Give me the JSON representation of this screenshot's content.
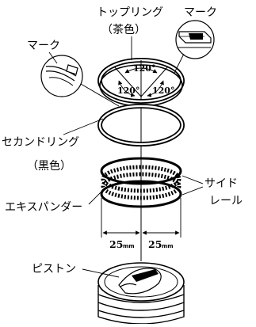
{
  "labels": {
    "top_ring": "トップリング",
    "top_ring_color": "（茶色）",
    "mark_right": "マーク",
    "mark_left": "マーク",
    "second_ring": "セカンドリング",
    "second_ring_color": "（黒色）",
    "side": "サイド",
    "rail": "レール",
    "expander": "エキスパンダー",
    "piston": "ピストン"
  },
  "angles": {
    "top": "120°",
    "left": "120°",
    "right": "120°"
  },
  "dimensions": {
    "left_value": "25",
    "left_unit": "mm",
    "right_value": "25",
    "right_unit": "mm"
  }
}
